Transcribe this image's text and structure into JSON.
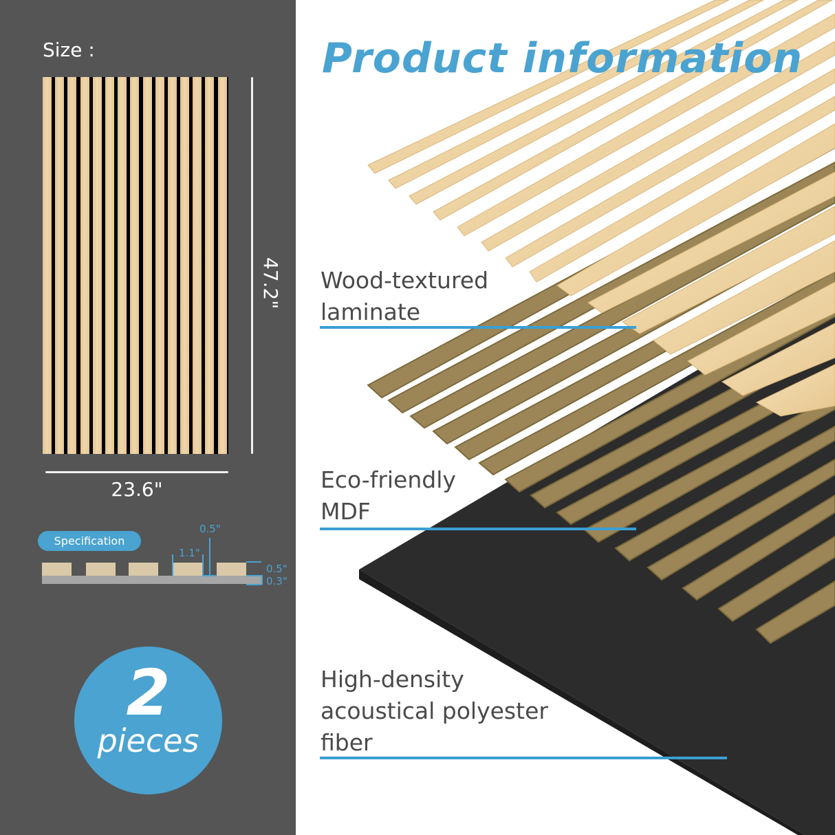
{
  "left_panel": {
    "size_label": "Size :",
    "width_dim": "23.6\"",
    "height_dim": "47.2\"",
    "slat_count": 15,
    "specification": {
      "label": "Specification",
      "slat_width": "1.1\"",
      "gap": "0.5\"",
      "slat_thickness": "0.5\"",
      "base_thickness": "0.3\""
    },
    "badge": {
      "number": "2",
      "unit": "pieces"
    }
  },
  "main": {
    "title": "Product information",
    "layers": [
      {
        "line1": "Wood-textured",
        "line2": "laminate",
        "line3": ""
      },
      {
        "line1": "Eco-friendly",
        "line2": "MDF",
        "line3": ""
      },
      {
        "line1": "High-density",
        "line2": "acoustical polyester",
        "line3": "fiber"
      }
    ]
  },
  "colors": {
    "accent": "#4aa3d1",
    "left_bg": "#555555",
    "wood_light": "#f0d7aa",
    "mdf": "#9c8658",
    "felt": "#2b2b2b"
  }
}
